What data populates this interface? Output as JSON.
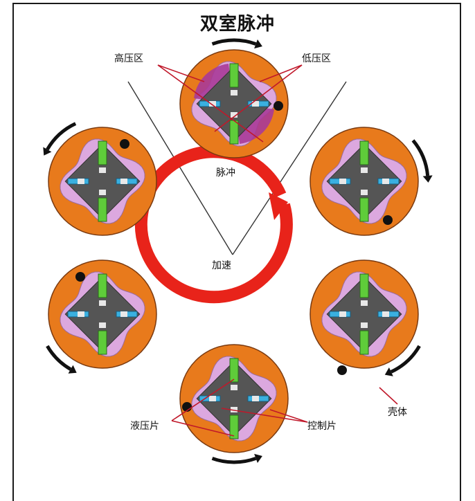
{
  "title": "双室脉冲",
  "labels": {
    "high_pressure": "高压区",
    "low_pressure": "低压区",
    "pulse": "脉冲",
    "accelerate": "加速",
    "hydraulic_blade": "液压片",
    "control_blade": "控制片",
    "housing": "壳体"
  },
  "colors": {
    "housing": "#e87a1c",
    "housing_stroke": "#7a3a10",
    "chamber": "#dca8df",
    "chamber_high": "#a83a98",
    "core": "#555555",
    "blade": "#5fcc3a",
    "control_tip": "#3ab0e0",
    "arrow_red": "#e8231a",
    "leader_red": "#c0182a",
    "rotation_arrow": "#111111"
  },
  "icons": {
    "rotation_arrow": "curved-arrow-icon",
    "main_rotation": "red-circular-arrow-icon"
  }
}
